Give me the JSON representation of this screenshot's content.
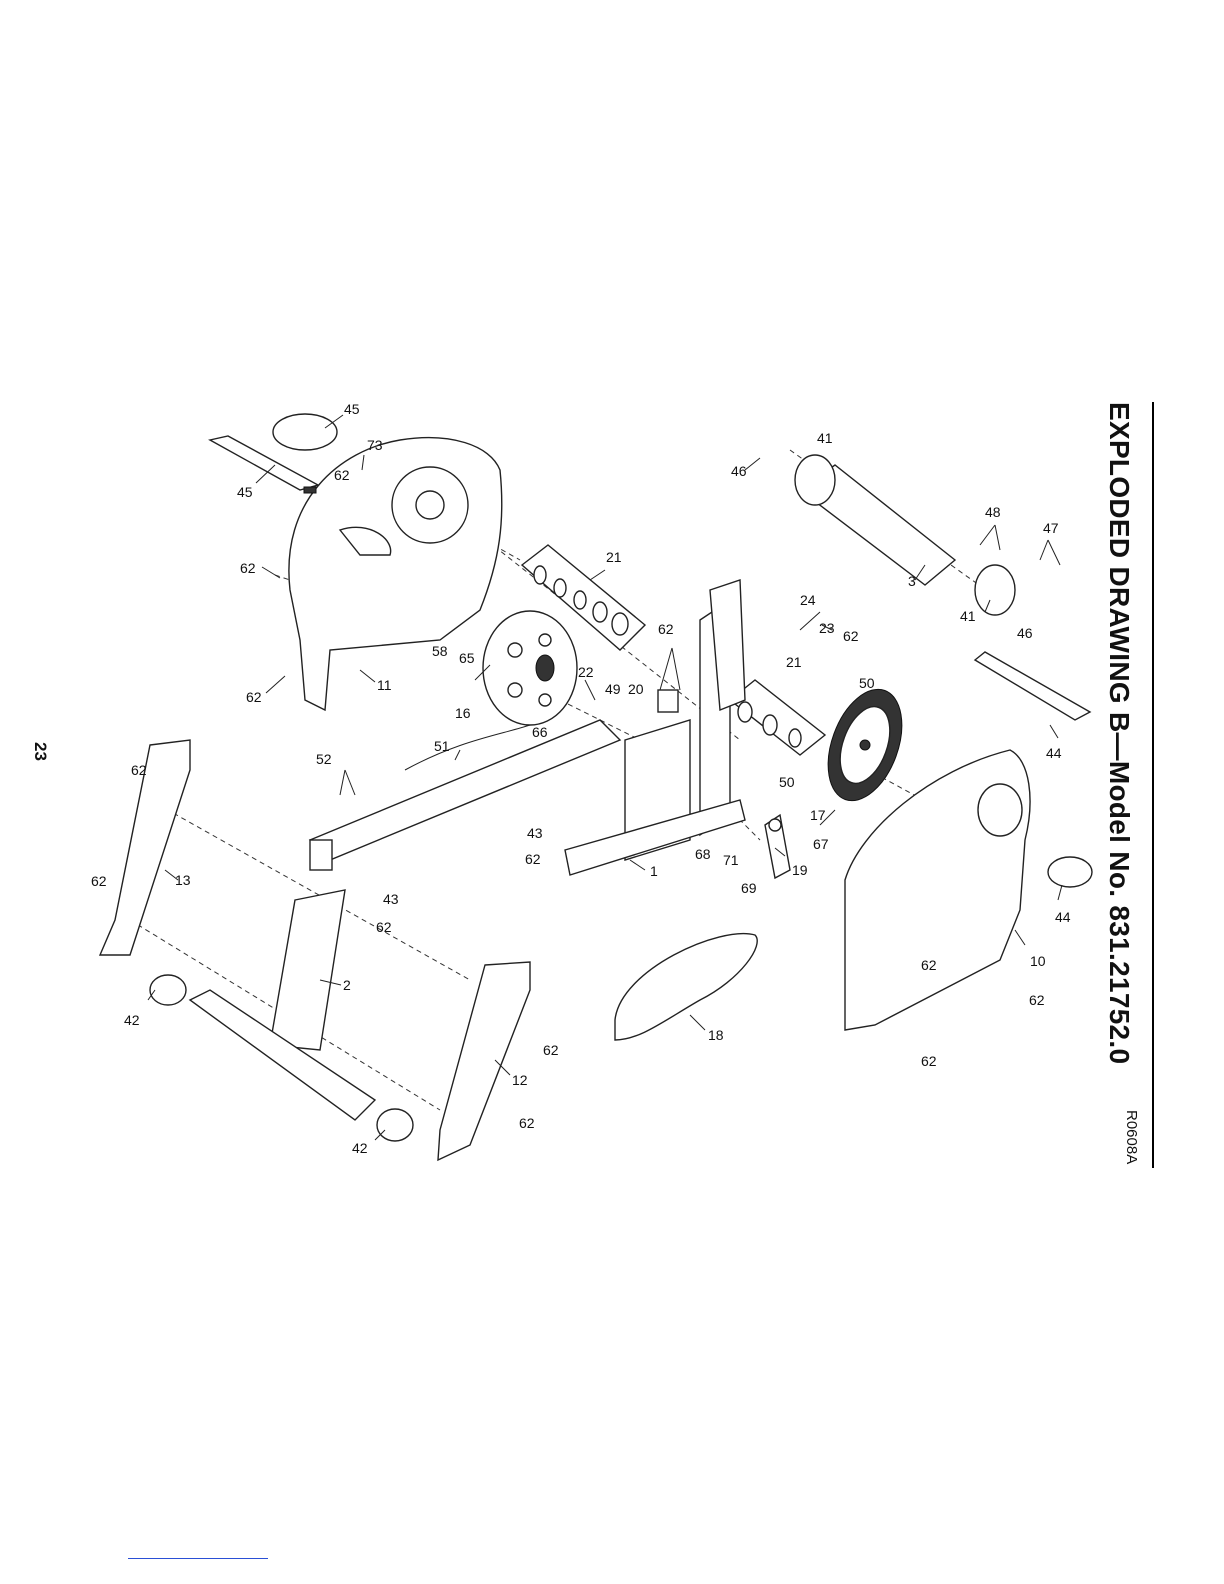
{
  "title": "EXPLODED DRAWING B—Model No. 831.21752.0",
  "drawing_code": "R0608A",
  "page_number": "23",
  "callouts": {
    "c1": "1",
    "c2": "2",
    "c3": "3",
    "c10": "10",
    "c11": "11",
    "c12": "12",
    "c13": "13",
    "c16": "16",
    "c17": "17",
    "c18": "18",
    "c19": "19",
    "c20": "20",
    "c21a": "21",
    "c21b": "21",
    "c22": "22",
    "c23": "23",
    "c24": "24",
    "c41a": "41",
    "c41b": "41",
    "c42a": "42",
    "c42b": "42",
    "c43a": "43",
    "c43b": "43",
    "c44a": "44",
    "c44b": "44",
    "c45a": "45",
    "c45b": "45",
    "c46a": "46",
    "c46b": "46",
    "c47": "47",
    "c48": "48",
    "c49": "49",
    "c50a": "50",
    "c50b": "50",
    "c51": "51",
    "c52": "52",
    "c58": "58",
    "c62a": "62",
    "c62b": "62",
    "c62c": "62",
    "c62d": "62",
    "c62e": "62",
    "c62f": "62",
    "c62g": "62",
    "c62h": "62",
    "c62i": "62",
    "c62j": "62",
    "c62k": "62",
    "c62l": "62",
    "c62m": "62",
    "c62n": "62",
    "c65": "65",
    "c66": "66",
    "c67": "67",
    "c68": "68",
    "c69": "69",
    "c71": "71",
    "c73": "73"
  }
}
